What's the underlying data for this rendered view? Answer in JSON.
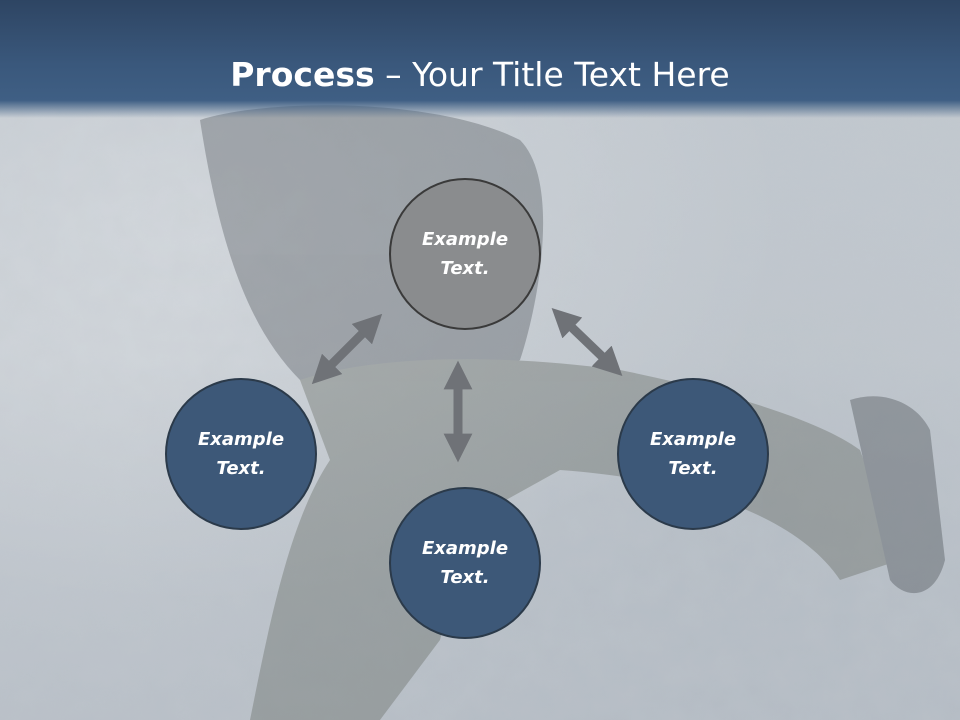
{
  "slide": {
    "title_bold": "Process",
    "title_rest": " – Your Title Text Here",
    "colors": {
      "header": "#3a587c",
      "circle_blue": "#3d5878",
      "circle_gray": "#8a8c8e",
      "arrow": "#6f7277"
    }
  },
  "circles": {
    "top": "Example\nText.",
    "left": "Example\nText.",
    "right": "Example\nText.",
    "bottom": "Example\nText."
  }
}
